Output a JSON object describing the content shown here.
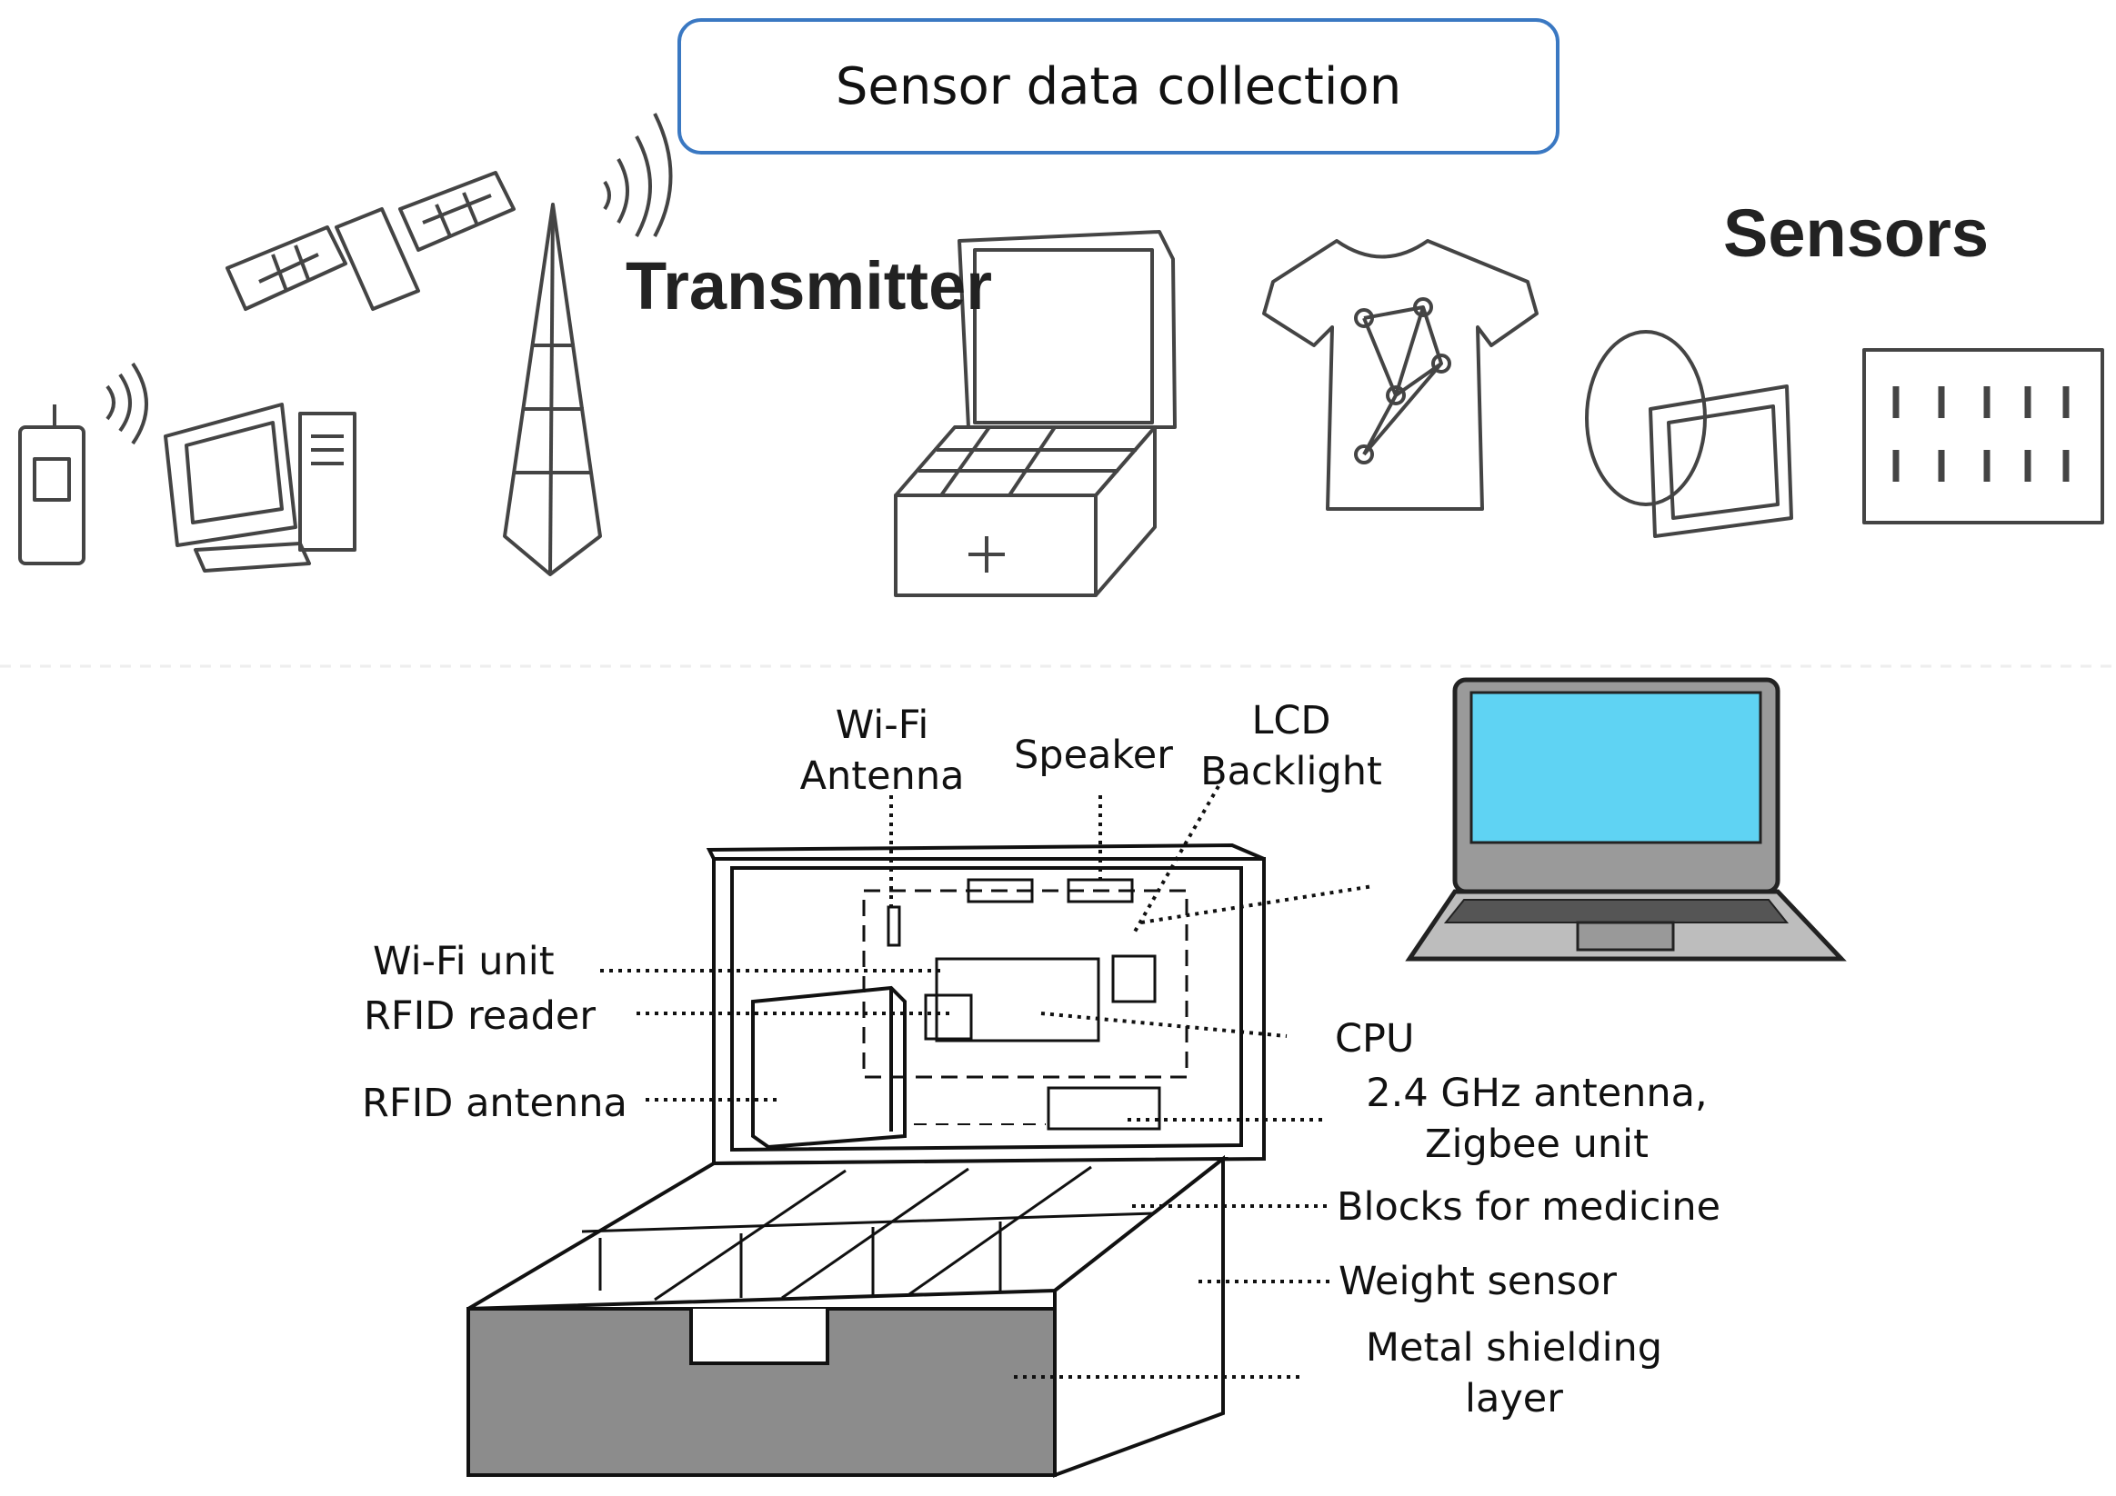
{
  "header": {
    "title": "Sensor data collection"
  },
  "top_labels": {
    "transmitter": "Transmitter",
    "sensors": "Sensors"
  },
  "components": {
    "wifi_antenna_line1": "Wi-Fi",
    "wifi_antenna_line2": "Antenna",
    "speaker": "Speaker",
    "lcd_line1": "LCD",
    "lcd_line2": "Backlight",
    "wifi_unit": "Wi-Fi unit",
    "rfid_reader": "RFID reader",
    "rfid_antenna": "RFID antenna",
    "cpu": "CPU",
    "zigbee_line1": "2.4 GHz antenna,",
    "zigbee_line2": "Zigbee unit",
    "blocks": "Blocks for medicine",
    "weight": "Weight sensor",
    "metal_line1": "Metal shielding",
    "metal_line2": "layer"
  },
  "colors": {
    "title_border": "#3a78c2",
    "laptop_screen": "#5fd3f3",
    "drawer_front": "#8c8c8c",
    "line": "#222222"
  },
  "icons": [
    "mobile-phone-icon",
    "desktop-computer-icon",
    "satellite-icon",
    "transmission-tower-icon",
    "medicine-box-icon",
    "smart-shirt-icon",
    "wrist-sensor-icon",
    "sensor-array-icon",
    "laptop-icon"
  ]
}
